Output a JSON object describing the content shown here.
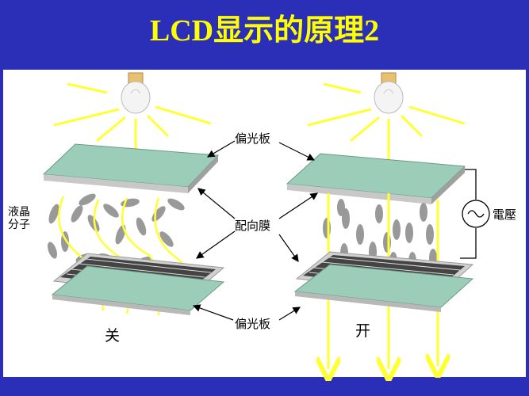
{
  "title": "LCD显示的原理2",
  "labels": {
    "polarizer_top": "偏光板",
    "alignment_film": "配向膜",
    "polarizer_bottom": "偏光板",
    "liquid_crystal_line1": "液晶",
    "liquid_crystal_line2": "分子",
    "power": "電壓",
    "state_off": "关",
    "state_on": "开"
  },
  "colors": {
    "frame_blue": "#2b2fb8",
    "title_yellow": "#ffff00",
    "plate_green": "#9ccdb8",
    "light_yellow": "#ffff33",
    "molecule_gray": "#999999"
  }
}
